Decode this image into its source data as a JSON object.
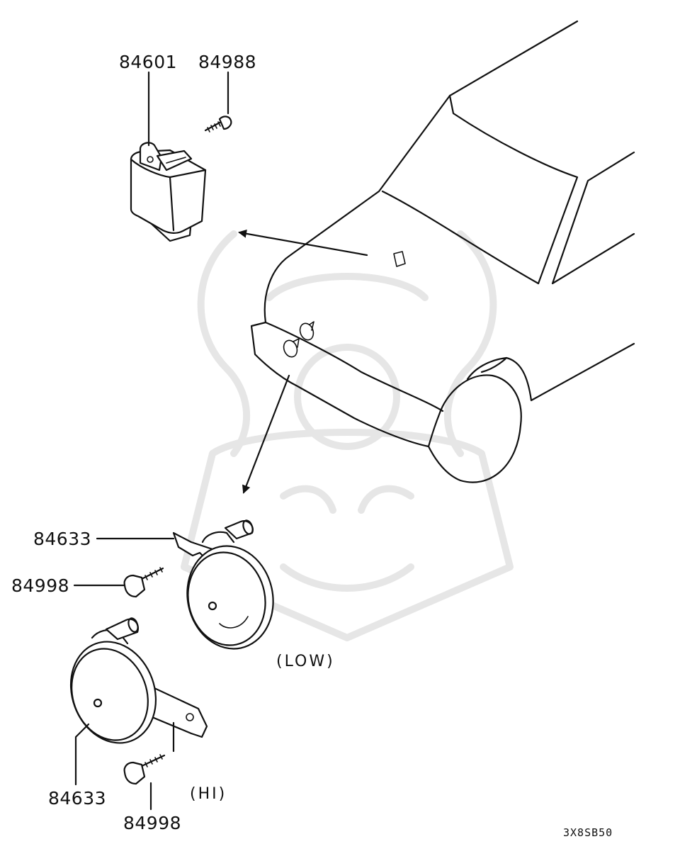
{
  "parts": {
    "relay": "84601",
    "screw": "84988",
    "horn_bracket_low": "84633",
    "bolt_low": "84998",
    "horn_bracket_hi": "84633",
    "bolt_hi": "84998"
  },
  "labels": {
    "low": "(LOW)",
    "hi": "(HI)"
  },
  "diagram_code": "3X8SB50",
  "colors": {
    "line": "#111111",
    "watermark": "#e6e6e6",
    "background": "#ffffff"
  }
}
